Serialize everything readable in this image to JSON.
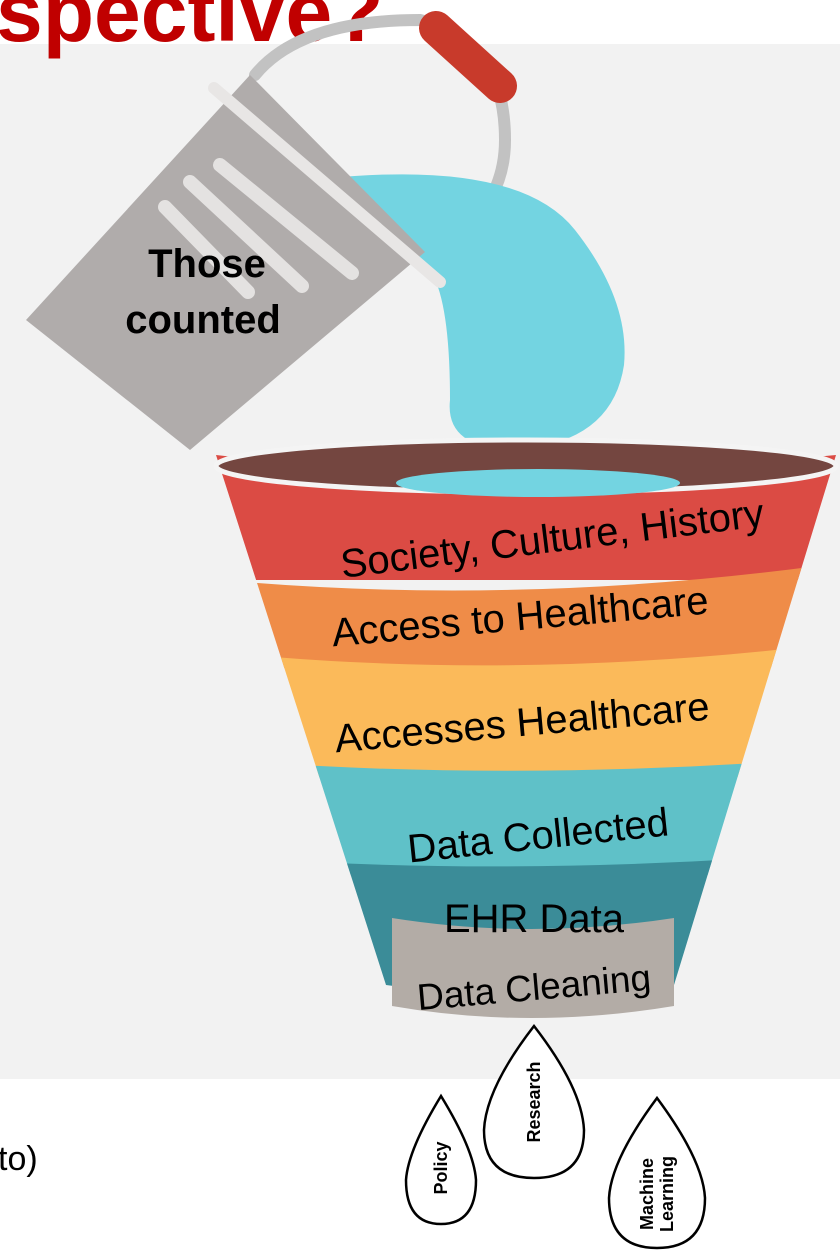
{
  "slide": {
    "title": "spective?",
    "bottom_text": "to)"
  },
  "bucket": {
    "label_line1": "Those",
    "label_line2": "counted"
  },
  "funnel": {
    "layers": [
      {
        "label": "Society, Culture, History",
        "color": "#db4b44"
      },
      {
        "label": "Access to Healthcare",
        "color": "#ef8c48"
      },
      {
        "label": "Accesses Healthcare",
        "color": "#fbba5a"
      },
      {
        "label": "Data Collected",
        "color": "#5fc1c8"
      },
      {
        "label": "EHR Data",
        "color": "#3b8c98"
      },
      {
        "label": "Data Cleaning",
        "color": "#b3aca6"
      }
    ]
  },
  "drops": [
    {
      "label": "Policy"
    },
    {
      "label": "Research"
    },
    {
      "label": "Machine",
      "label2": "Learning"
    }
  ],
  "colors": {
    "title": "#c00000",
    "water": "#73d4e1",
    "bucket": "#b0acab",
    "handle_grip": "#c83a2b",
    "funnel_rim": "#744640"
  }
}
